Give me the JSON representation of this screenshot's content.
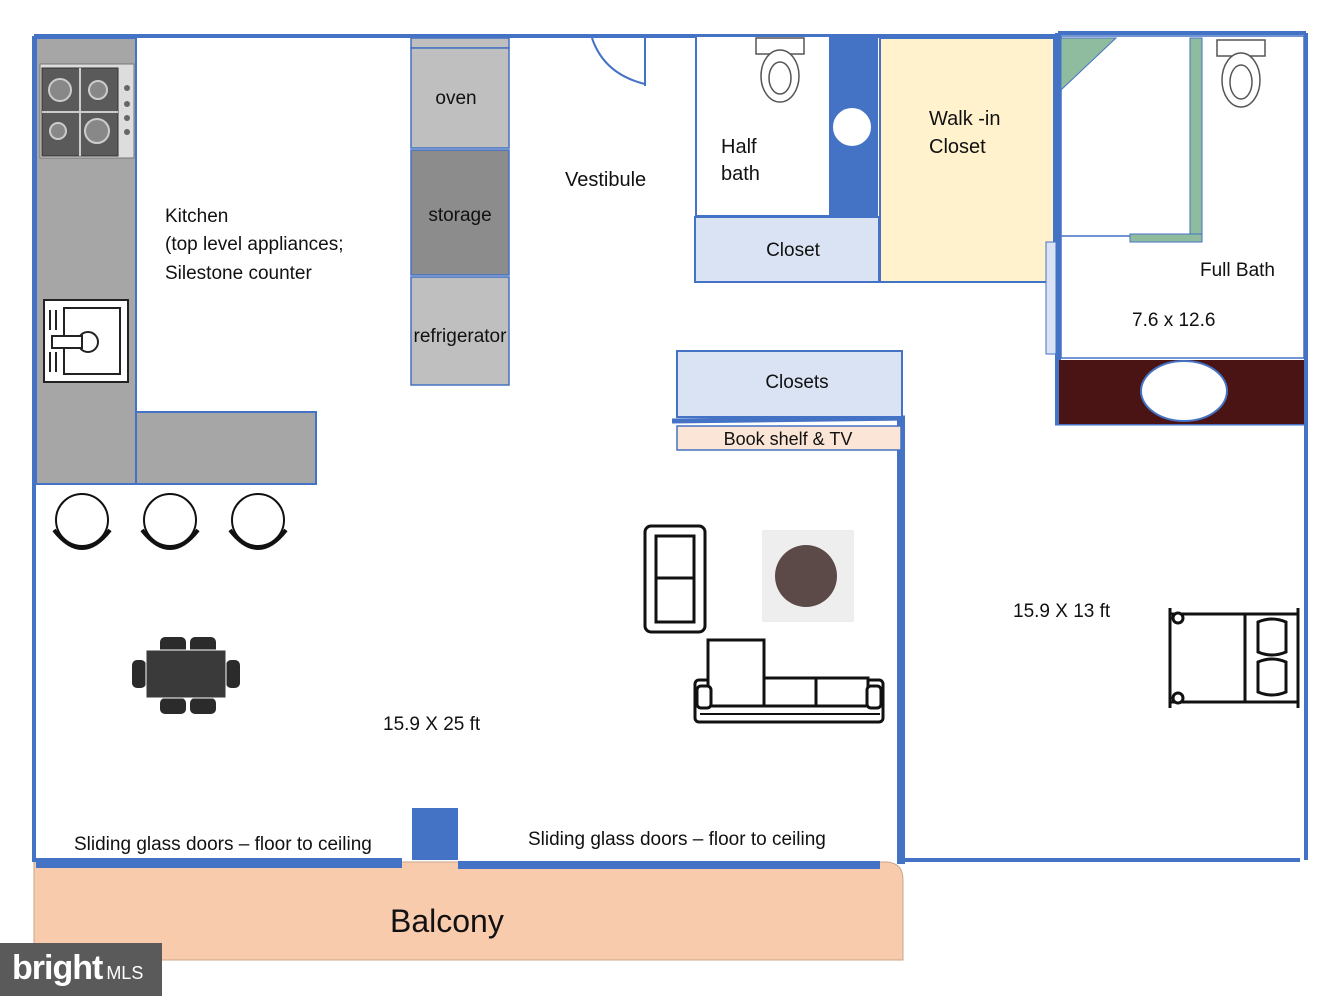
{
  "colors": {
    "wall": "#4472c4",
    "counter_gray": "#a6a6a6",
    "appliance_gray": "#bfbfbf",
    "storage_gray": "#8c8c8c",
    "closet_blue": "#dae3f3",
    "walkin_yellow": "#fff2cc",
    "shelf_pink": "#fbe5d6",
    "balcony_peach": "#f8cbad",
    "vanity_maroon": "#4a1414",
    "shower_green": "#8fbc9f",
    "ink": "#111111"
  },
  "labels": {
    "oven": "oven",
    "storage": "storage",
    "refrigerator": "refrigerator",
    "vestibule": "Vestibule",
    "half_bath_1": "Half",
    "half_bath_2": "bath",
    "closet": "Closet",
    "walkin_1": "Walk -in",
    "walkin_2": "Closet",
    "full_bath": "Full Bath",
    "full_bath_dims": "7.6 x 12.6",
    "kitchen_1": "Kitchen",
    "kitchen_2": "(top level appliances;",
    "kitchen_3": "Silestone counter",
    "closets": "Closets",
    "bookshelf": "Book shelf & TV",
    "bedroom_dims": "15.9 X 13 ft",
    "living_dims": "15.9 X 25 ft",
    "doors_left": "Sliding glass doors – floor to ceiling",
    "doors_right": "Sliding glass doors – floor to ceiling",
    "balcony": "Balcony"
  },
  "watermark": {
    "brand": "bright",
    "suffix": "MLS"
  }
}
